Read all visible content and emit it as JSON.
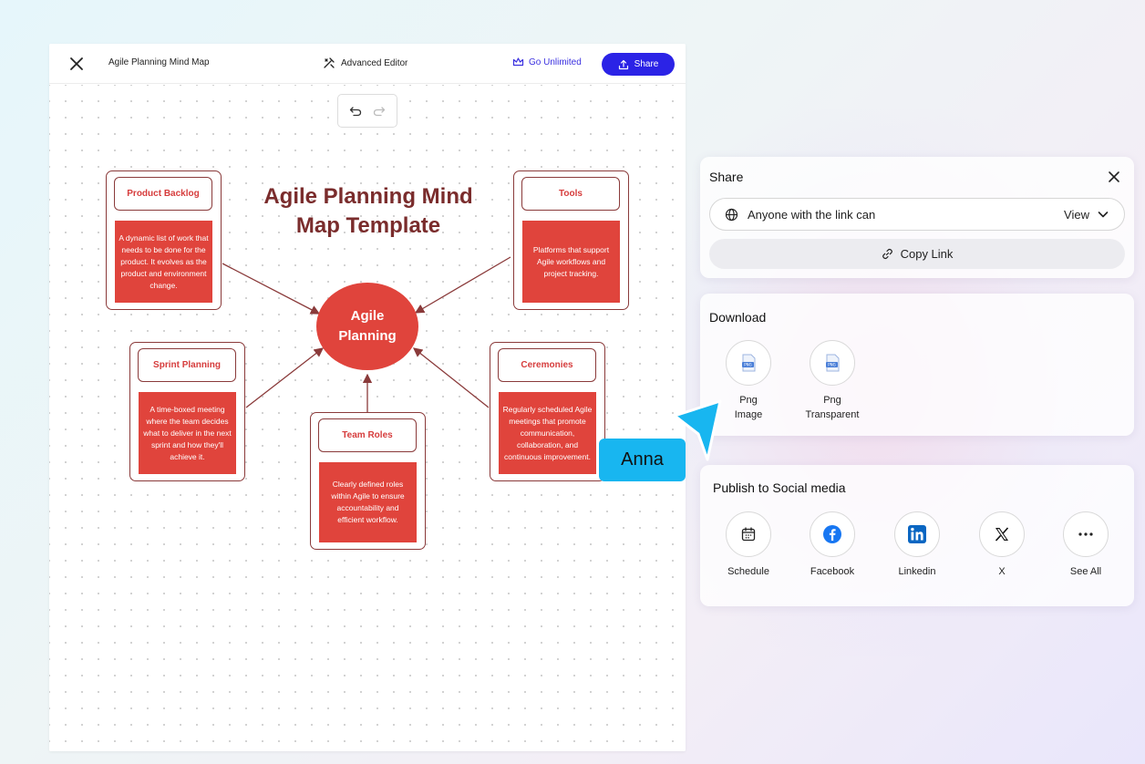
{
  "editor": {
    "doc_title": "Agile Planning Mind Map",
    "advanced_editor_label": "Advanced Editor",
    "go_unlimited_label": "Go Unlimited",
    "share_label": "Share"
  },
  "mindmap": {
    "title_line1": "Agile Planning Mind",
    "title_line2": "Map Template",
    "center_line1": "Agile",
    "center_line2": "Planning",
    "nodes": [
      {
        "title": "Product Backlog",
        "body": "A dynamic list of work that needs to be done for the product. It evolves as the product and environment change."
      },
      {
        "title": "Tools",
        "body": "Platforms that support Agile workflows and project tracking."
      },
      {
        "title": "Sprint Planning",
        "body": "A time-boxed meeting where the team decides what to deliver in the next sprint and how they'll achieve it."
      },
      {
        "title": "Ceremonies",
        "body": "Regularly scheduled Agile meetings that promote communication, collaboration, and continuous improvement."
      },
      {
        "title": "Team Roles",
        "body": "Clearly defined roles within Agile to ensure accountability and efficient workflow."
      }
    ]
  },
  "share_panel": {
    "title": "Share",
    "link_access": "Anyone with the link can",
    "permission": "View",
    "copy_link_label": "Copy Link"
  },
  "download_panel": {
    "title": "Download",
    "options": [
      {
        "line1": "Png",
        "line2": "Image"
      },
      {
        "line1": "Png",
        "line2": "Transparent"
      }
    ]
  },
  "social_panel": {
    "title": "Publish to Social media",
    "options": [
      "Schedule",
      "Facebook",
      "Linkedin",
      "X",
      "See All"
    ]
  },
  "collaborator": {
    "name": "Anna",
    "color": "#18b6f0"
  },
  "colors": {
    "accent": "#2b23e6",
    "node_fill": "#e0443c",
    "node_border": "#8a3a3a",
    "title_text": "#7a2c2c"
  }
}
